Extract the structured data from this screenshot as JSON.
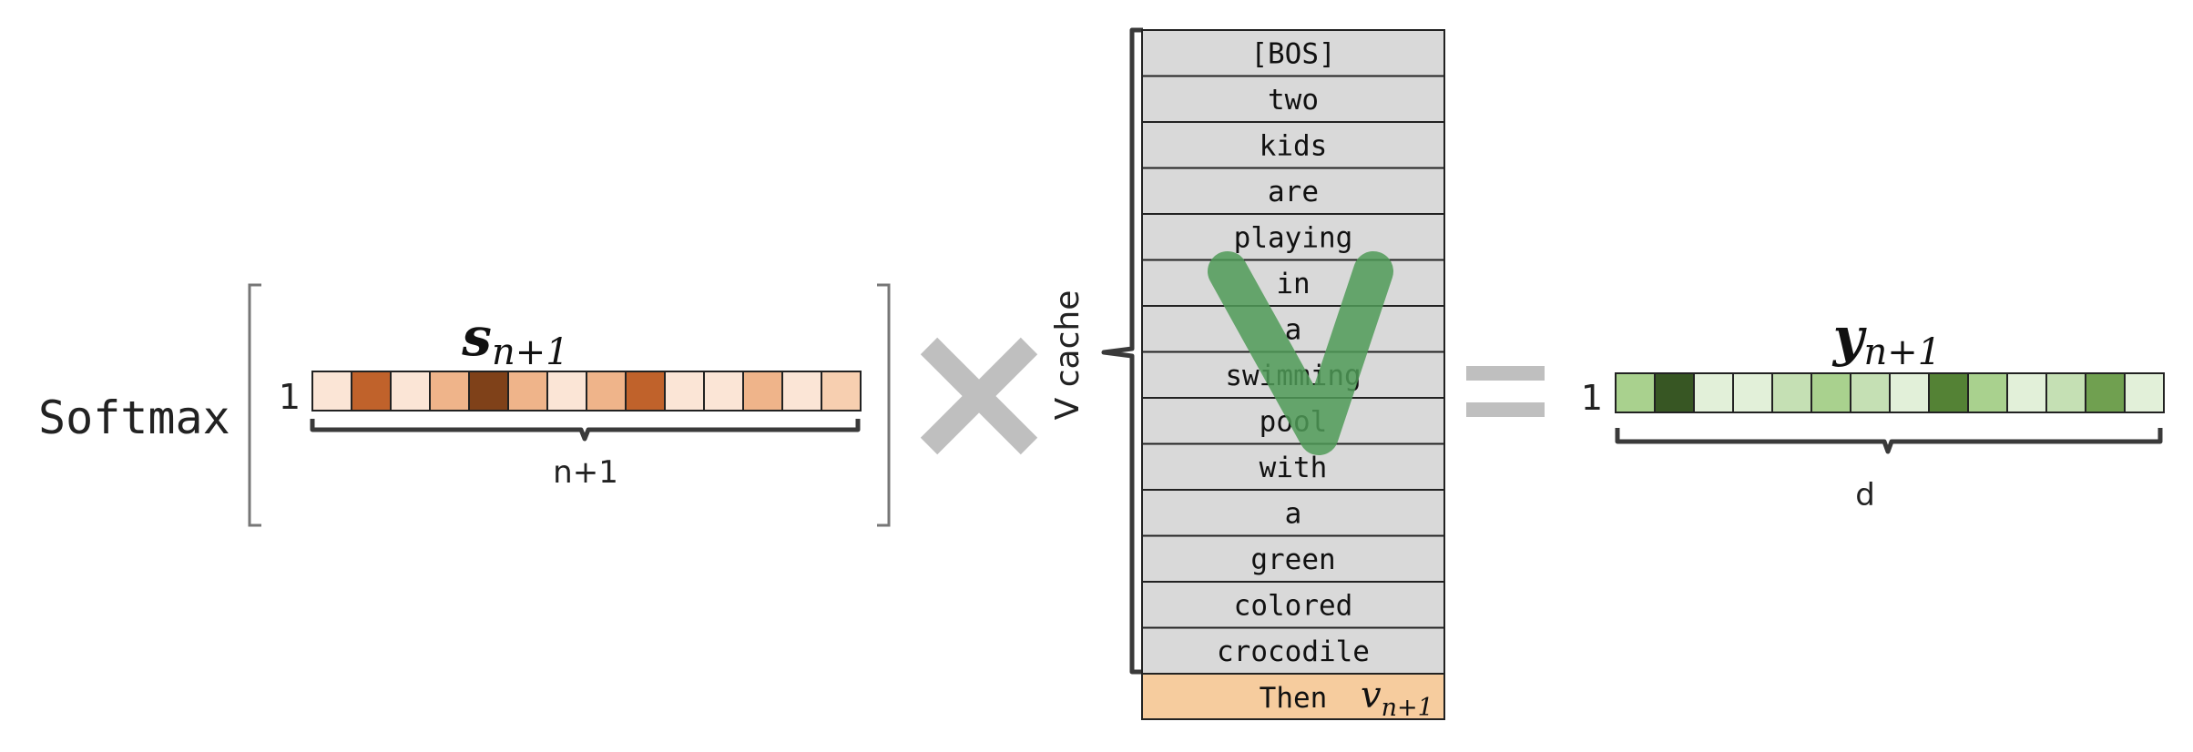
{
  "softmax_label": "Softmax",
  "score_vector": {
    "symbol": "s",
    "subscript": "n+1",
    "rows_label": "1",
    "length_label": "n+1",
    "cell_colors": [
      "#fbe5d6",
      "#c0622b",
      "#fbe5d6",
      "#efb48a",
      "#7f4119",
      "#efb48a",
      "#fbe5d6",
      "#efb48a",
      "#c0622b",
      "#fbe5d6",
      "#fbe5d6",
      "#efb48a",
      "#fbe5d6",
      "#f7cfb0"
    ]
  },
  "multiply_symbol": "×",
  "equals_symbol": "=",
  "v_cache": {
    "label": "V cache",
    "overlay_letter": "V",
    "tokens": [
      "[BOS]",
      "two",
      "kids",
      "are",
      "playing",
      "in",
      "a",
      "swimming",
      "pool",
      "with",
      "a",
      "green",
      "colored",
      "crocodile"
    ],
    "new_token": "Then",
    "new_symbol": "v",
    "new_subscript": "n+1",
    "cell_color": "#d9d9d9",
    "new_cell_color": "#f6cc9e",
    "overlay_color": "#4f9a57"
  },
  "output_vector": {
    "symbol": "y",
    "subscript": "n+1",
    "rows_label": "1",
    "length_label": "d",
    "cell_colors": [
      "#a9d18e",
      "#375623",
      "#e2f0d9",
      "#e2f0d9",
      "#c5e0b4",
      "#a9d18e",
      "#c5e0b4",
      "#e2f0d9",
      "#548235",
      "#a9d18e",
      "#e2f0d9",
      "#c5e0b4",
      "#70a050",
      "#e2f0d9"
    ]
  }
}
